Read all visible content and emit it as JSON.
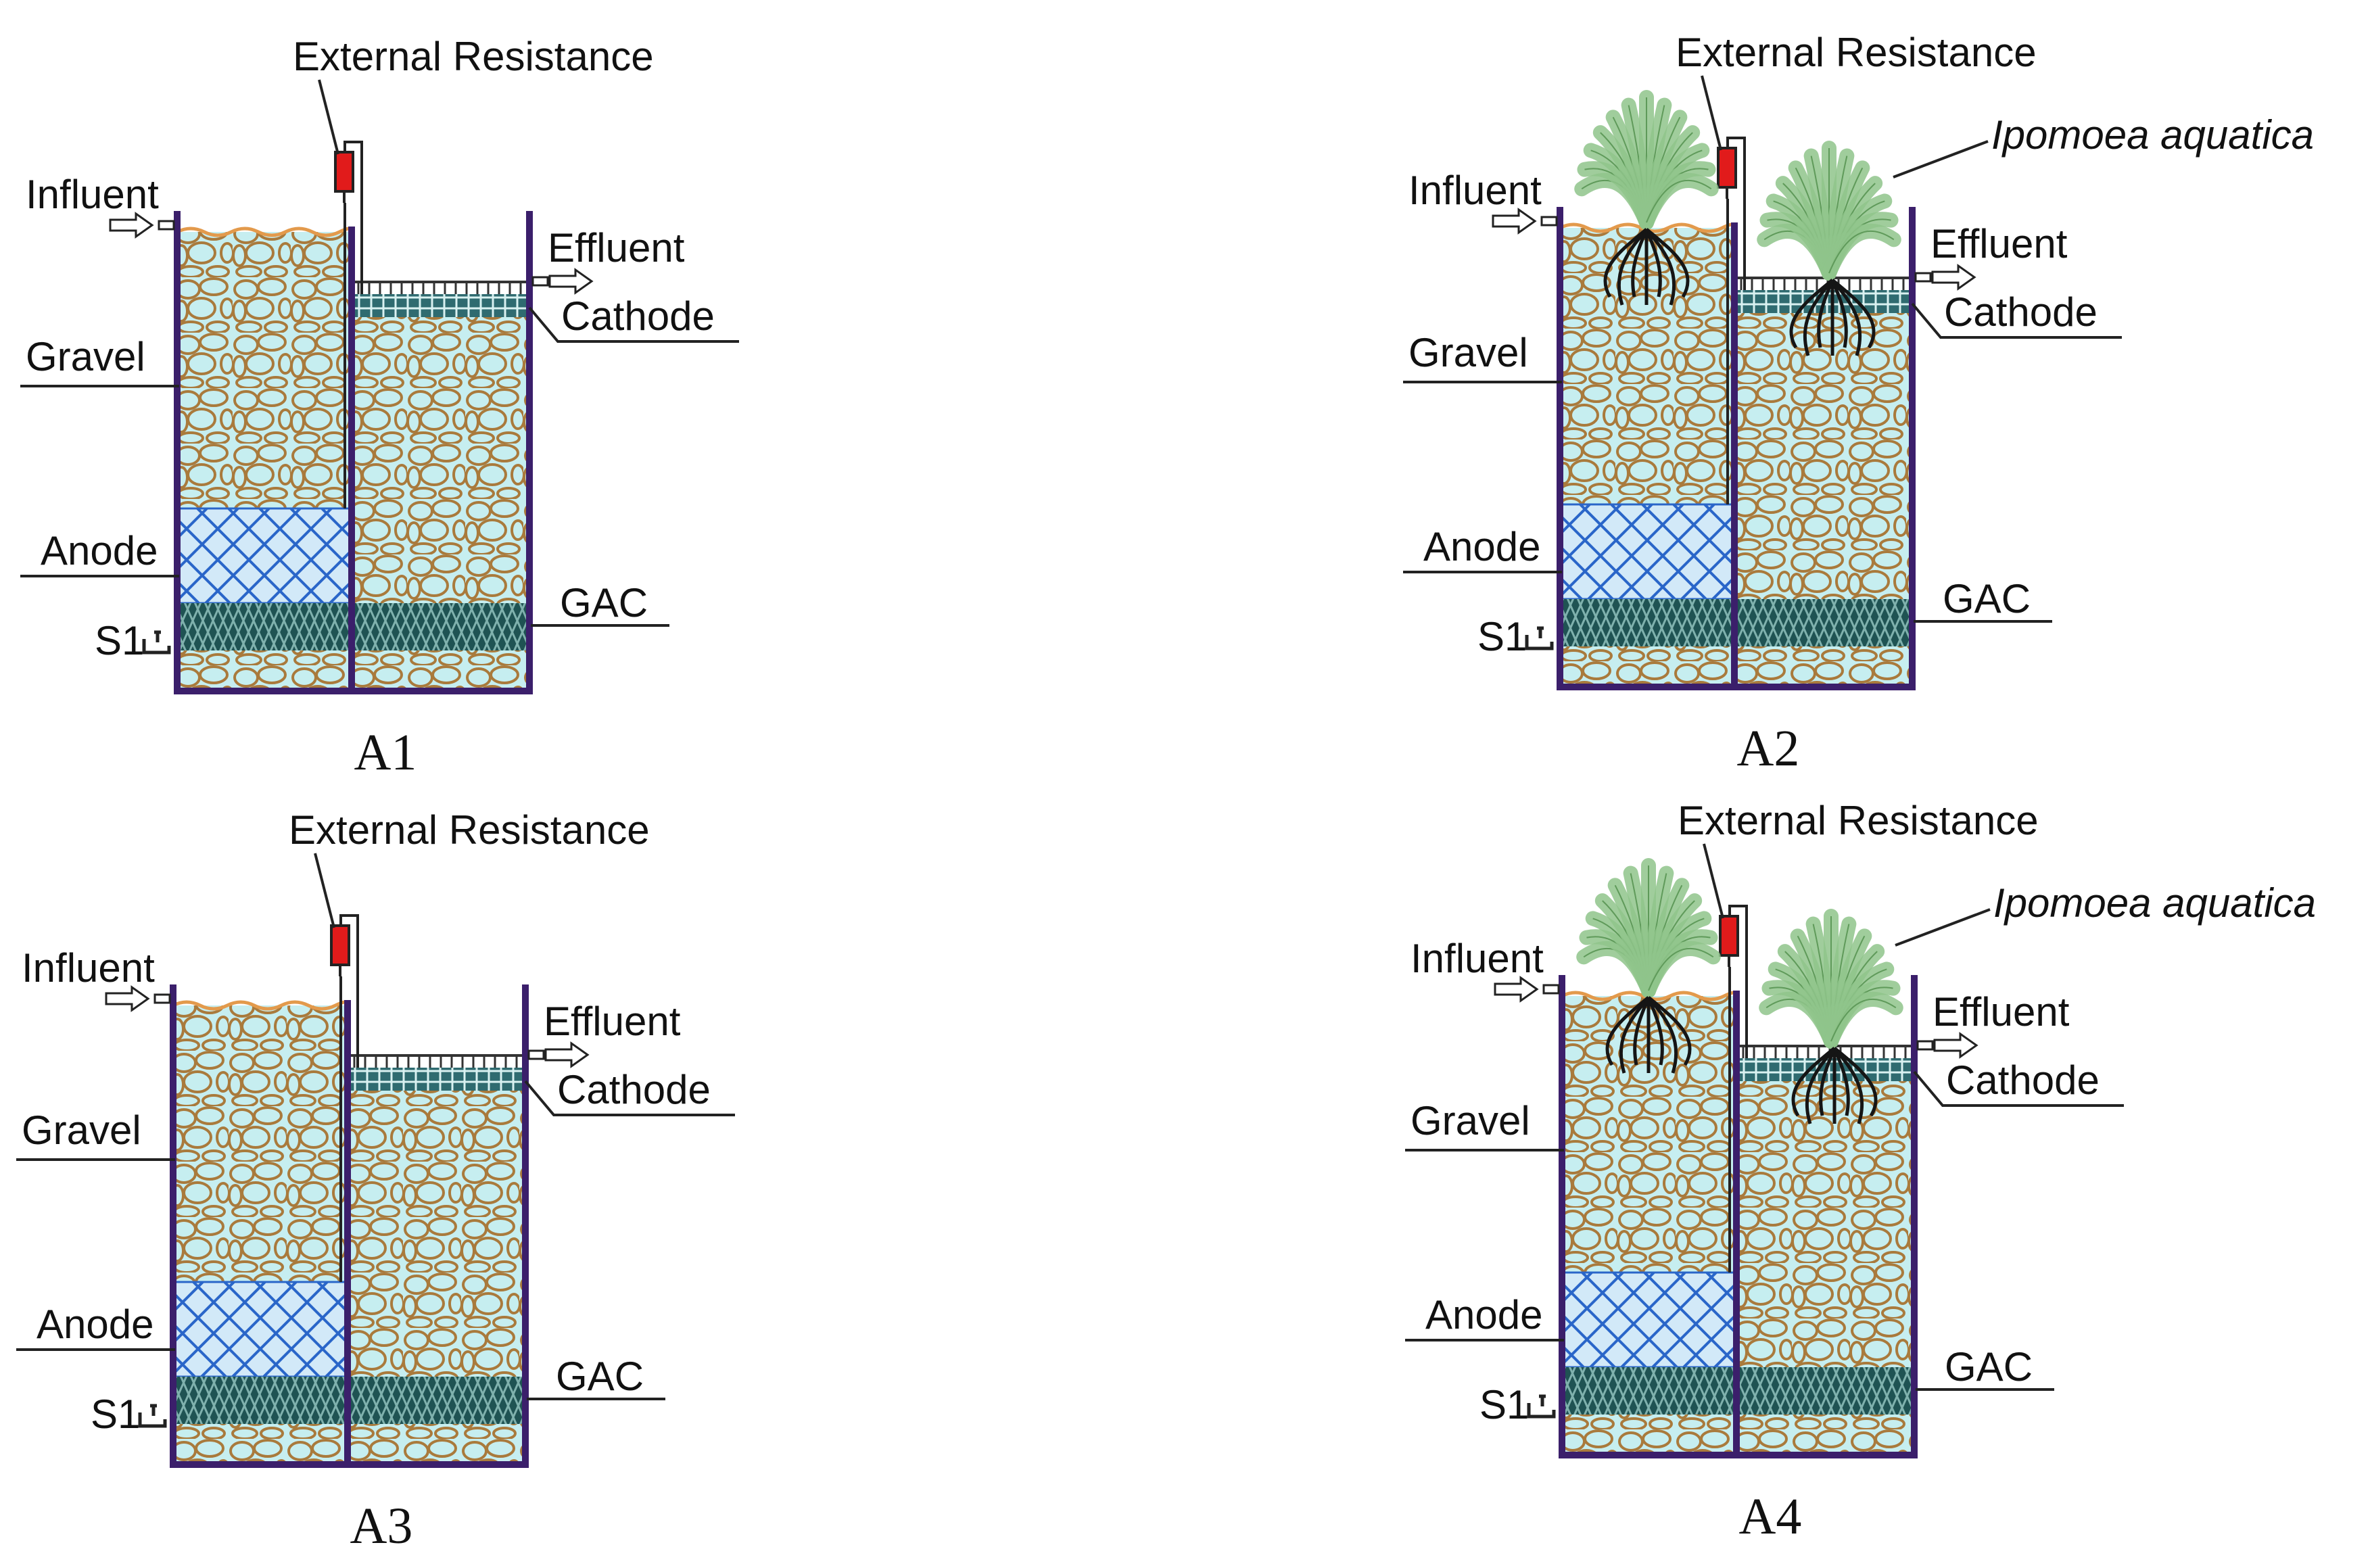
{
  "panels": [
    {
      "id": "A1",
      "caption": "A1",
      "plants": false,
      "labels": {
        "external_resistance": "External Resistance",
        "influent": "Influent",
        "effluent": "Effluent",
        "cathode": "Cathode",
        "gravel": "Gravel",
        "anode": "Anode",
        "gac": "GAC",
        "sampling_port": "S1"
      }
    },
    {
      "id": "A2",
      "caption": "A2",
      "plants": true,
      "labels": {
        "external_resistance": "External Resistance",
        "influent": "Influent",
        "effluent": "Effluent",
        "cathode": "Cathode",
        "gravel": "Gravel",
        "anode": "Anode",
        "gac": "GAC",
        "sampling_port": "S1",
        "plant": "Ipomoea aquatica"
      }
    },
    {
      "id": "A3",
      "caption": "A3",
      "plants": false,
      "labels": {
        "external_resistance": "External Resistance",
        "influent": "Influent",
        "effluent": "Effluent",
        "cathode": "Cathode",
        "gravel": "Gravel",
        "anode": "Anode",
        "gac": "GAC",
        "sampling_port": "S1"
      }
    },
    {
      "id": "A4",
      "caption": "A4",
      "plants": true,
      "labels": {
        "external_resistance": "External Resistance",
        "influent": "Influent",
        "effluent": "Effluent",
        "cathode": "Cathode",
        "gravel": "Gravel",
        "anode": "Anode",
        "gac": "GAC",
        "sampling_port": "S1",
        "plant": "Ipomoea aquatica"
      }
    }
  ],
  "colors": {
    "water": "#c6eef0",
    "gravel_outline": "#a97a3c",
    "anode_mesh": "#2a66c9",
    "anode_fill": "#d2e9f8",
    "gac": "#1f5353",
    "cathode": "#2f6b70",
    "tank_wall": "#3b1f6b",
    "resistor": "#e11b1b",
    "plant": "#8fc48b",
    "root": "#151515",
    "surface_line": "#e39a4c"
  }
}
